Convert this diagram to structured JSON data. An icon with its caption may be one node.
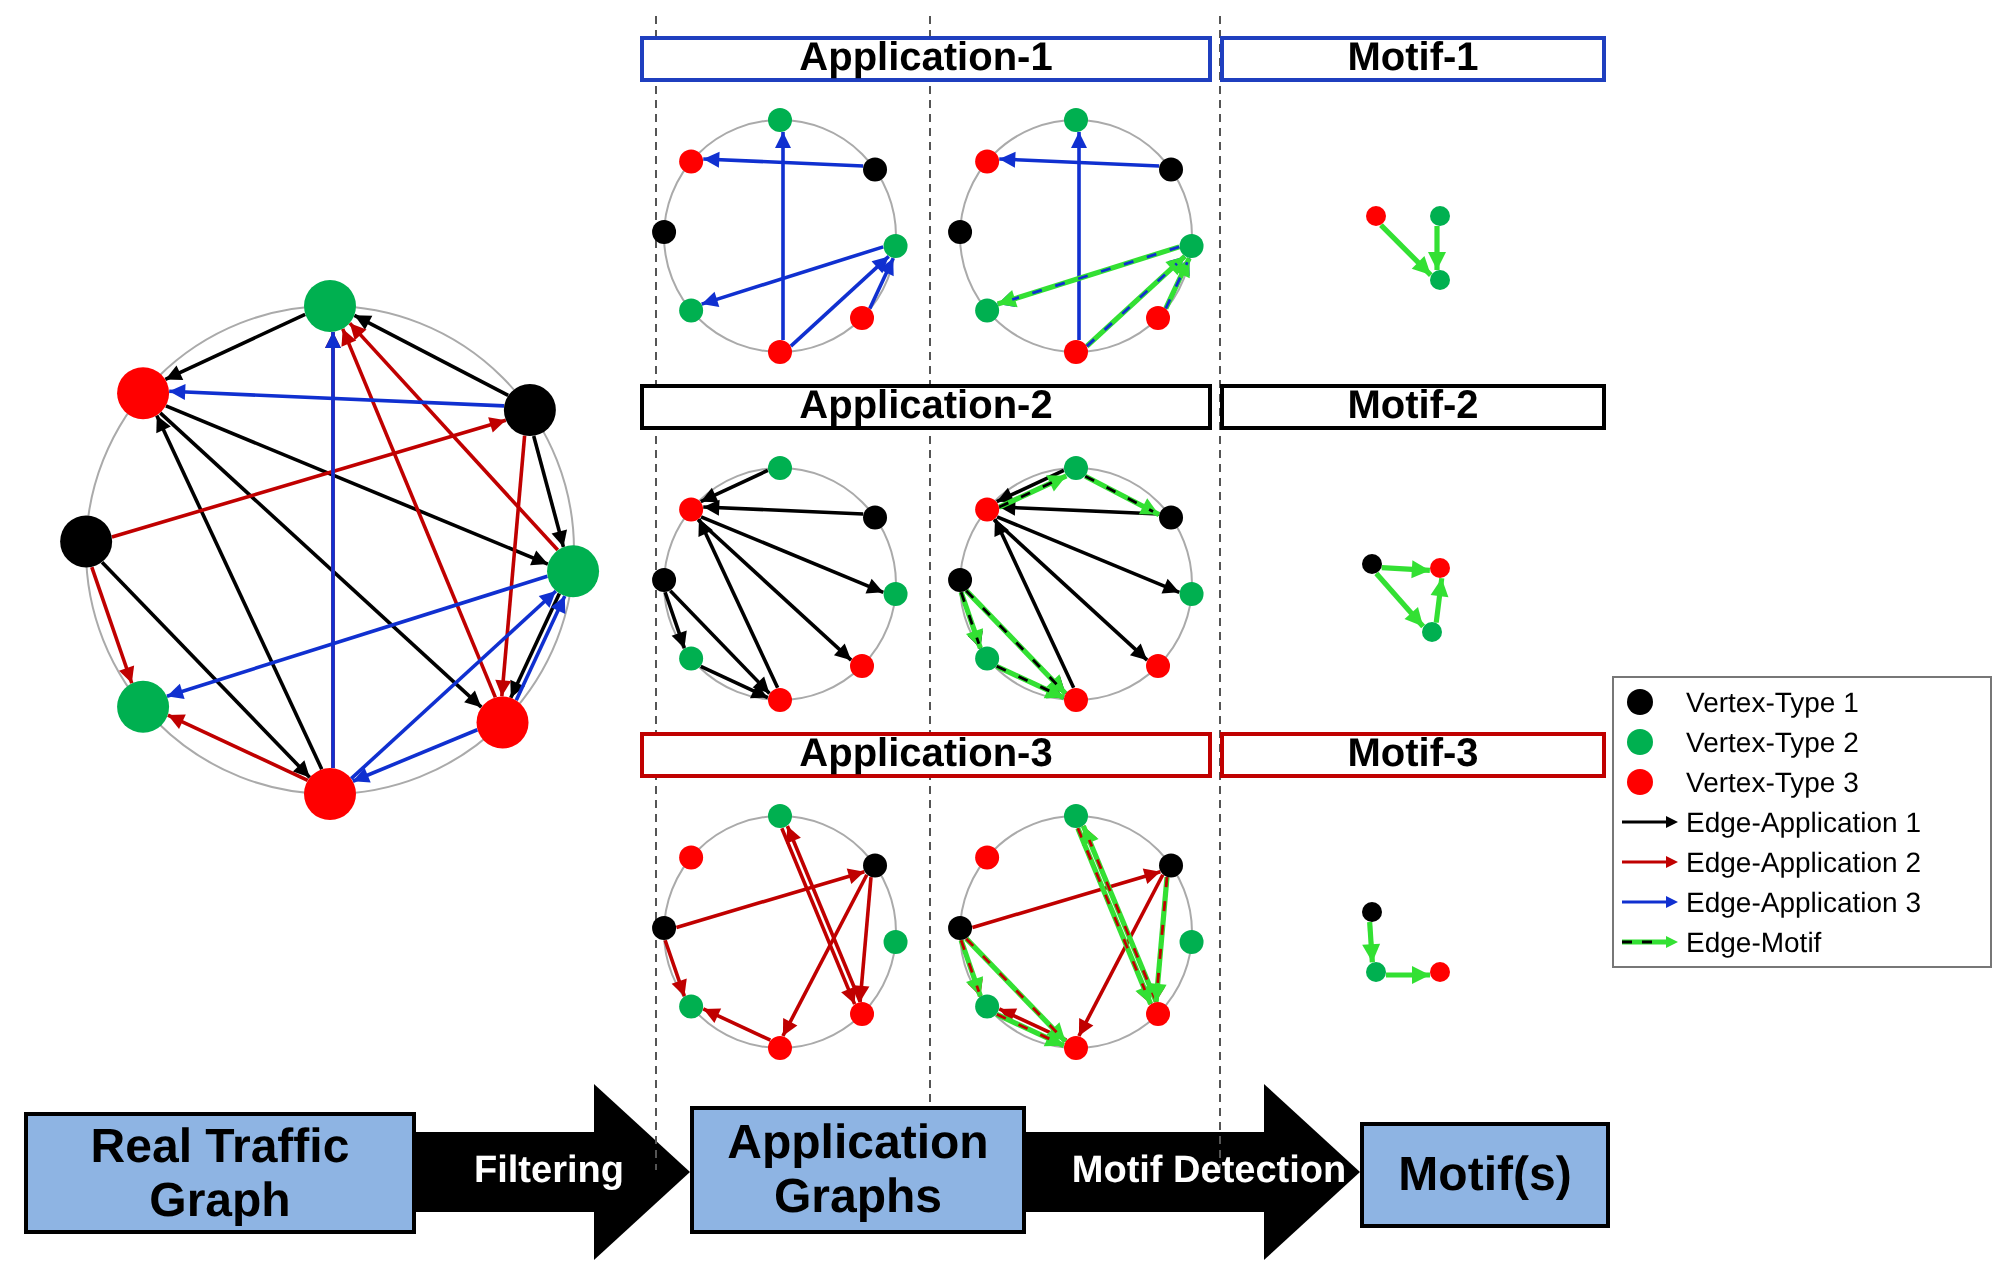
{
  "diagram": {
    "nodes": [
      {
        "text": [
          "Real Traffic Graph"
        ]
      },
      {
        "text": [
          "Application Graphs"
        ]
      },
      {
        "text": [
          "Motif(s)"
        ]
      },
      {
        "text": [
          "Application-1"
        ]
      },
      {
        "text": [
          "Motif-1"
        ]
      },
      {
        "text": [
          "Application-2"
        ]
      },
      {
        "text": [
          "Motif-2"
        ]
      },
      {
        "text": [
          "Application-3"
        ]
      },
      {
        "text": [
          "Motif-3"
        ]
      }
    ],
    "edges": [
      {
        "from": 0,
        "to": 1,
        "arrow": "to",
        "label": "Filtering"
      },
      {
        "from": 1,
        "to": 2,
        "arrow": "to",
        "label": "Motif Detection"
      }
    ],
    "legend": [
      {
        "text": "Vertex-Type 1",
        "color": "#000000"
      },
      {
        "text": "Vertex-Type 2",
        "color": "#00b050"
      },
      {
        "text": "Vertex-Type 3",
        "color": "#ff0000"
      },
      {
        "text": "Edge-Application 1"
      },
      {
        "text": "Edge-Application 2"
      },
      {
        "text": "Edge-Application 3"
      },
      {
        "text": "Edge-Motif"
      }
    ]
  }
}
